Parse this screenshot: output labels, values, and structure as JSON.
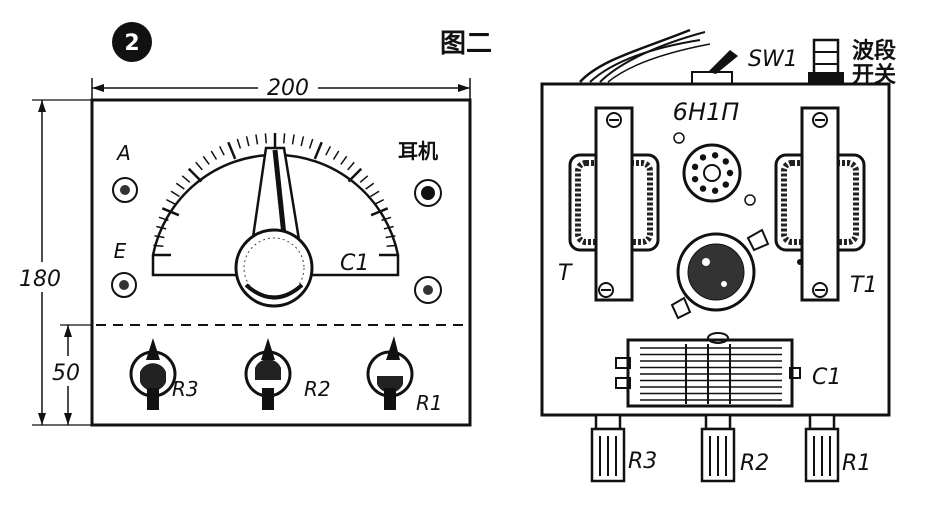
{
  "figure": {
    "number": "2",
    "caption": "图二"
  },
  "front_panel": {
    "dim_width": "200",
    "dim_height": "180",
    "dim_lower": "50",
    "label_earphone": "耳机",
    "label_antenna": "A",
    "label_earth": "E",
    "label_dial": "C1",
    "knobs": [
      "R3",
      "R2",
      "R1"
    ]
  },
  "chassis": {
    "label_switch": "SW1",
    "label_band_switch_1": "波段",
    "label_band_switch_2": "开关",
    "label_tube": "6H1П",
    "label_coil_left": "T",
    "label_coil_right": "T1",
    "label_capacitor": "C1",
    "knobs": [
      "R3",
      "R2",
      "R1"
    ]
  },
  "colors": {
    "ink": "#111111",
    "paper": "#ffffff"
  }
}
